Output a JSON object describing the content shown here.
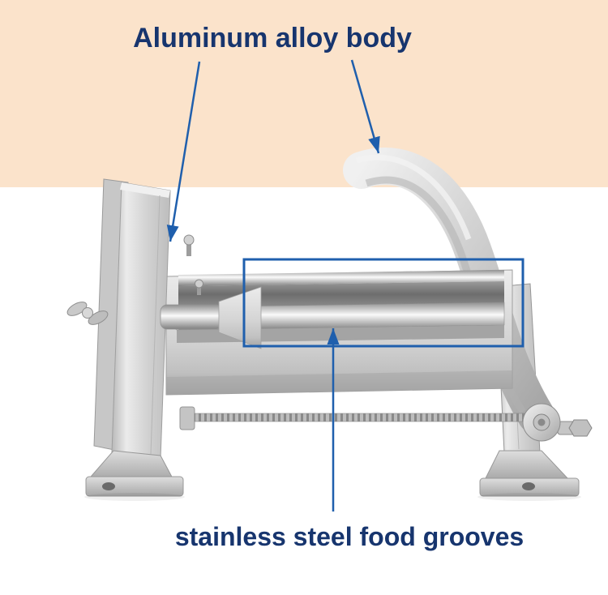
{
  "annotations": {
    "aluminum_body_label": "Aluminum alloy body",
    "food_grooves_label": "stainless steel food grooves"
  },
  "colors": {
    "top_band_background": "#fbe3cb",
    "annotation_blue": "#1f5fad",
    "label_text_navy": "#17356e"
  },
  "icons": {
    "arrow_to_body": "arrow pointing to aluminum alloy body plate",
    "arrow_to_handle": "arrow pointing to press handle",
    "grooves_pointer": "arrow pointing up to stainless steel food grooves",
    "grooves_highlight_box": "rectangle outline highlighting the food grooves"
  }
}
